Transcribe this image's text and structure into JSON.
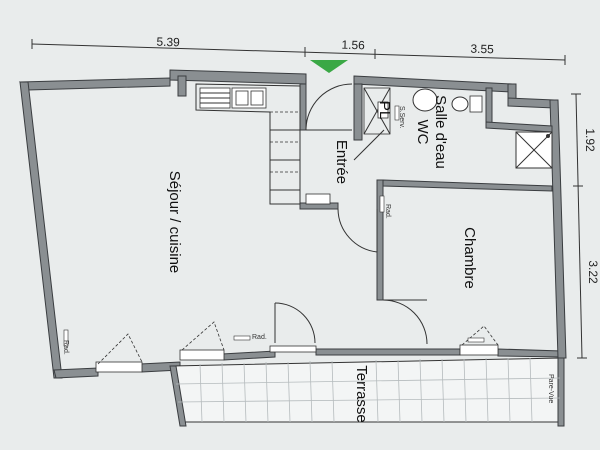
{
  "dimensions": {
    "top_left": "5.39",
    "top_mid": "1.56",
    "top_right": "3.55",
    "right_top": "1.92",
    "right_bottom": "3.22"
  },
  "rooms": {
    "sejour": "Séjour / cuisine",
    "entree": "Entrée",
    "salle_deau": "Salle d'eau",
    "wc": "WC",
    "chambre": "Chambre",
    "terrasse": "Terrasse",
    "placard": "PL"
  },
  "labels": {
    "pare_vue": "Pare-Vue",
    "radiator": "Rad.",
    "seche_serviette": "S.Serv."
  },
  "colors": {
    "wall": "#8a8f92",
    "marker": "#3aa845",
    "background": "#e9ecec"
  }
}
